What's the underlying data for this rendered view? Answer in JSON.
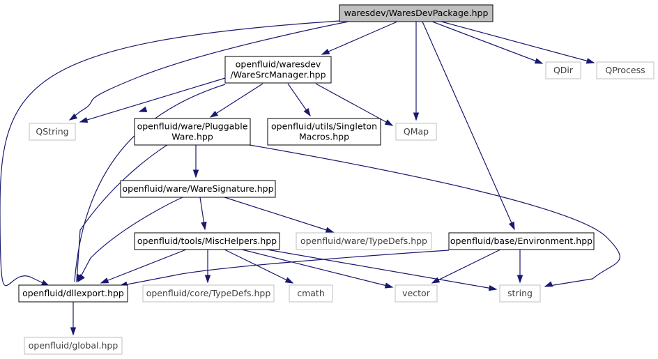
{
  "nodes": {
    "warespackage": {
      "lines": [
        "waresdev/WaresDevPackage.hpp"
      ],
      "kind": "main"
    },
    "waresrcmanager": {
      "lines": [
        "openfluid/waresdev",
        "/WareSrcManager.hpp"
      ],
      "kind": "internal"
    },
    "qdir": {
      "lines": [
        "QDir"
      ],
      "kind": "external"
    },
    "qprocess": {
      "lines": [
        "QProcess"
      ],
      "kind": "external"
    },
    "qstring": {
      "lines": [
        "QString"
      ],
      "kind": "external"
    },
    "pluggableware": {
      "lines": [
        "openfluid/ware/Pluggable",
        "Ware.hpp"
      ],
      "kind": "internal"
    },
    "singletonmacros": {
      "lines": [
        "openfluid/utils/Singleton",
        "Macros.hpp"
      ],
      "kind": "internal"
    },
    "qmap": {
      "lines": [
        "QMap"
      ],
      "kind": "external"
    },
    "waresignature": {
      "lines": [
        "openfluid/ware/WareSignature.hpp"
      ],
      "kind": "internal"
    },
    "mischelpers": {
      "lines": [
        "openfluid/tools/MiscHelpers.hpp"
      ],
      "kind": "internal"
    },
    "waretypedefs": {
      "lines": [
        "openfluid/ware/TypeDefs.hpp"
      ],
      "kind": "external"
    },
    "environment": {
      "lines": [
        "openfluid/base/Environment.hpp"
      ],
      "kind": "internal"
    },
    "dllexport": {
      "lines": [
        "openfluid/dllexport.hpp"
      ],
      "kind": "internal"
    },
    "coretypedefs": {
      "lines": [
        "openfluid/core/TypeDefs.hpp"
      ],
      "kind": "external"
    },
    "cmath": {
      "lines": [
        "cmath"
      ],
      "kind": "external"
    },
    "vector": {
      "lines": [
        "vector"
      ],
      "kind": "external"
    },
    "string": {
      "lines": [
        "string"
      ],
      "kind": "external"
    },
    "global": {
      "lines": [
        "openfluid/global.hpp"
      ],
      "kind": "external"
    }
  },
  "edges": [
    [
      "warespackage",
      "dllexport"
    ],
    [
      "warespackage",
      "qstring"
    ],
    [
      "warespackage",
      "waresrcmanager"
    ],
    [
      "warespackage",
      "qmap"
    ],
    [
      "warespackage",
      "environment"
    ],
    [
      "warespackage",
      "qdir"
    ],
    [
      "warespackage",
      "qprocess"
    ],
    [
      "waresrcmanager",
      "qstring"
    ],
    [
      "waresrcmanager",
      "dllexport"
    ],
    [
      "waresrcmanager",
      "pluggableware"
    ],
    [
      "waresrcmanager",
      "singletonmacros"
    ],
    [
      "waresrcmanager",
      "qmap"
    ],
    [
      "pluggableware",
      "dllexport"
    ],
    [
      "pluggableware",
      "waresignature"
    ],
    [
      "pluggableware",
      "string"
    ],
    [
      "waresignature",
      "dllexport"
    ],
    [
      "waresignature",
      "mischelpers"
    ],
    [
      "waresignature",
      "waretypedefs"
    ],
    [
      "mischelpers",
      "dllexport"
    ],
    [
      "mischelpers",
      "coretypedefs"
    ],
    [
      "mischelpers",
      "cmath"
    ],
    [
      "mischelpers",
      "vector"
    ],
    [
      "mischelpers",
      "string"
    ],
    [
      "environment",
      "dllexport"
    ],
    [
      "environment",
      "vector"
    ],
    [
      "environment",
      "string"
    ],
    [
      "dllexport",
      "global"
    ]
  ]
}
